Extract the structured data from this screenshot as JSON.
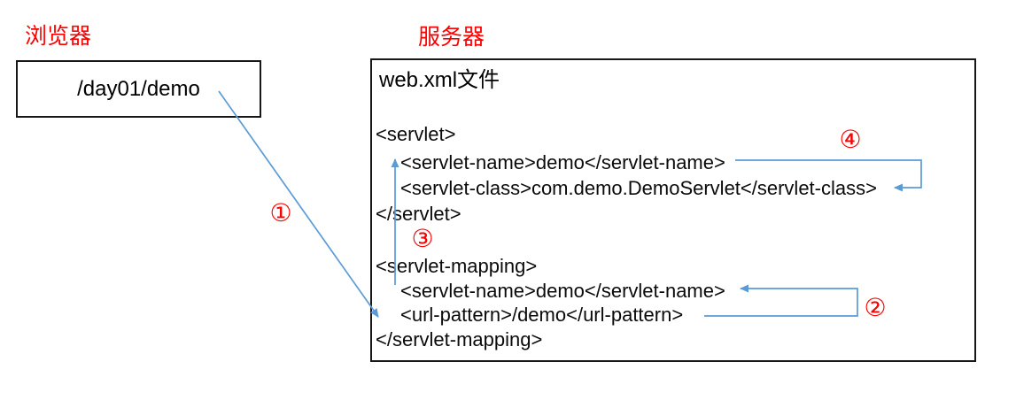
{
  "colors": {
    "label_red": "#fe0000",
    "connector_blue": "#5b9bd5",
    "text_black": "#0b0b0b",
    "border_black": "#171717"
  },
  "browser": {
    "title": "浏览器",
    "request_url": "/day01/demo"
  },
  "server": {
    "title": "服务器",
    "file_label": "web.xml文件",
    "xml_lines": [
      "<servlet>",
      "<servlet-name>demo</servlet-name>",
      "<servlet-class>com.demo.DemoServlet</servlet-class>",
      "</servlet>",
      "<servlet-mapping>",
      "<servlet-name>demo</servlet-name>",
      "<url-pattern>/demo</url-pattern>",
      "</servlet-mapping>"
    ]
  },
  "steps": {
    "s1": "①",
    "s2": "②",
    "s3": "③",
    "s4": "④"
  }
}
